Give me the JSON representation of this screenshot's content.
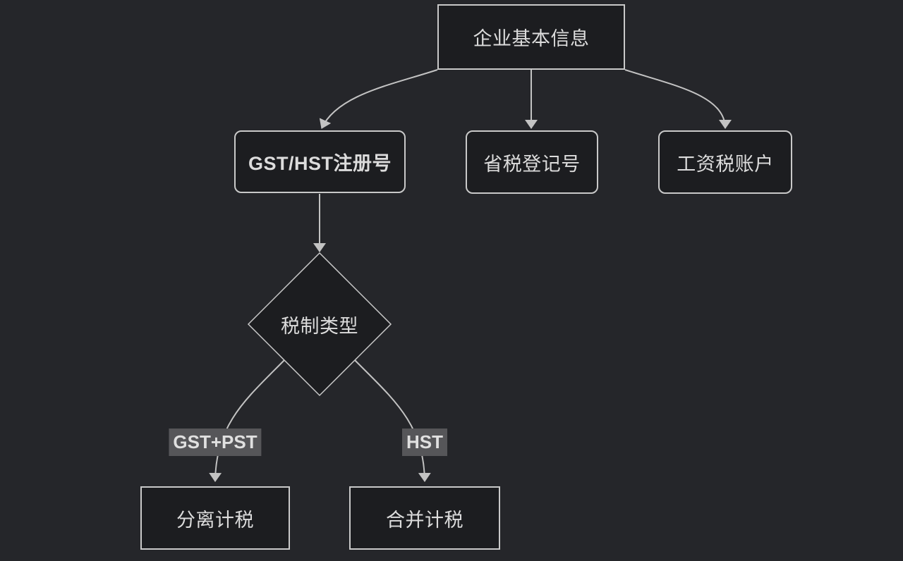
{
  "diagram": {
    "type": "flowchart",
    "direction": "top-down",
    "nodes": {
      "basic_info": {
        "label": "企业基本信息",
        "shape": "rectangle"
      },
      "gst_hst": {
        "label": "GST/HST注册号",
        "shape": "rounded-rectangle"
      },
      "provincial_tax": {
        "label": "省税登记号",
        "shape": "rounded-rectangle"
      },
      "payroll_tax": {
        "label": "工资税账户",
        "shape": "rounded-rectangle"
      },
      "tax_type": {
        "label": "税制类型",
        "shape": "diamond"
      },
      "separate": {
        "label": "分离计税",
        "shape": "rectangle"
      },
      "combined": {
        "label": "合并计税",
        "shape": "rectangle"
      }
    },
    "edges": [
      {
        "from": "basic_info",
        "to": "gst_hst",
        "label": ""
      },
      {
        "from": "basic_info",
        "to": "provincial_tax",
        "label": ""
      },
      {
        "from": "basic_info",
        "to": "payroll_tax",
        "label": ""
      },
      {
        "from": "gst_hst",
        "to": "tax_type",
        "label": ""
      },
      {
        "from": "tax_type",
        "to": "separate",
        "label": "GST+PST"
      },
      {
        "from": "tax_type",
        "to": "combined",
        "label": "HST"
      }
    ],
    "colors": {
      "background": "#25262a",
      "node_fill": "#1c1d20",
      "node_border": "#c9c9c9",
      "text": "#dcdcdc",
      "edge_color": "#c3c3c3",
      "edge_label_bg": "#565659",
      "edge_label_text": "#e0e0e0"
    }
  }
}
